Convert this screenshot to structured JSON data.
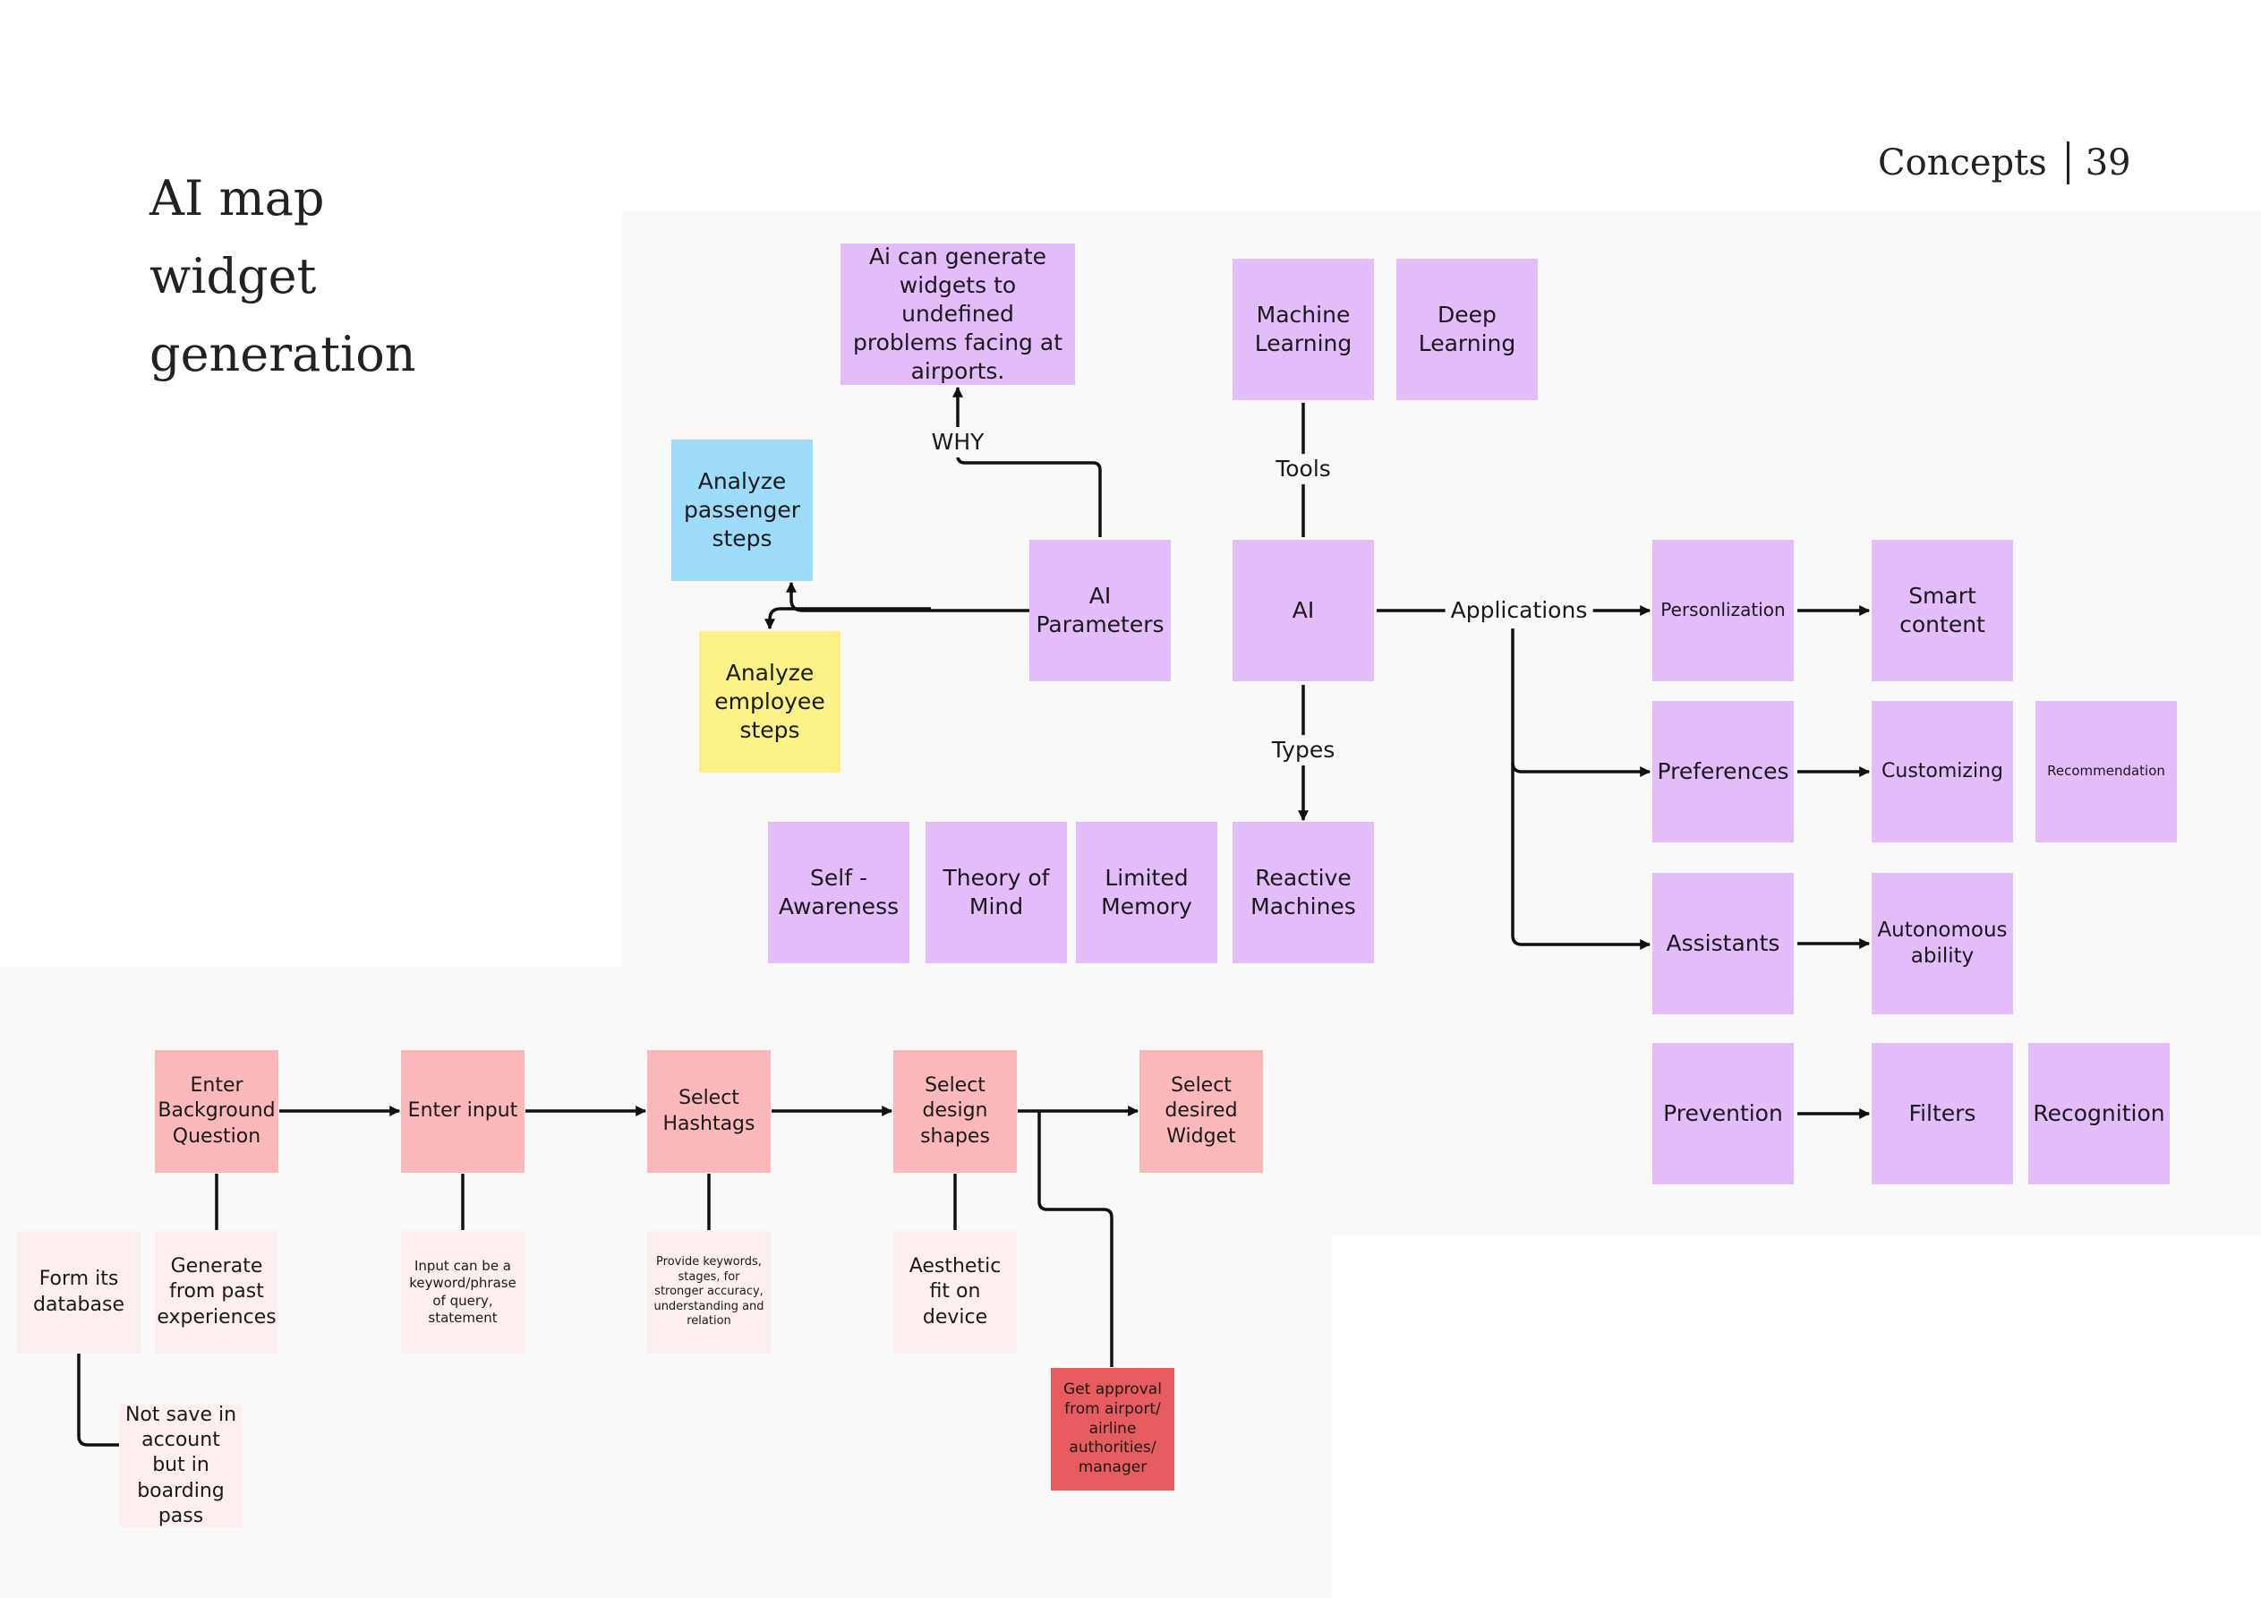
{
  "page_title": [
    "AI map",
    "widget",
    "generation"
  ],
  "header": {
    "section": "Concepts",
    "page_number": "39"
  },
  "ai_map": {
    "why_goal": "Ai can generate widgets to undefined problems facing at airports.",
    "machine_learning": "Machine Learning",
    "deep_learning": "Deep Learning",
    "analyze_passenger": "Analyze passenger steps",
    "analyze_employee": "Analyze employee steps",
    "ai_parameters": "AI Parameters",
    "ai": "AI",
    "types": [
      "Self - Awareness",
      "Theory of Mind",
      "Limited Memory",
      "Reactive Machines"
    ],
    "applications": {
      "personalization": "Personlization",
      "smart_content": "Smart content",
      "preferences": "Preferences",
      "customizing": "Customizing",
      "recommendation": "Recommendation",
      "assistants": "Assistants",
      "autonomous": "Autonomous ability",
      "prevention": "Prevention",
      "filters": "Filters",
      "recognition": "Recognition"
    },
    "edge_labels": {
      "why": "WHY",
      "tools": "Tools",
      "applications": "Applications",
      "types": "Types"
    }
  },
  "flow": {
    "steps": [
      "Enter Background Question",
      "Enter input",
      "Select Hashtags",
      "Select design shapes",
      "Select desired Widget"
    ],
    "notes": {
      "form_database": "Form its database",
      "generate_past": "Generate from past experiences",
      "not_save": "Not save in account but in boarding pass",
      "input_desc": "Input can be a keyword/phrase of query, statement",
      "keywords_desc": "Provide keywords, stages, for stronger accuracy, understanding and relation",
      "aesthetic": "Aesthetic fit on device",
      "approval": "Get approval from airport/ airline authorities/ manager"
    }
  },
  "colors": {
    "purple_note": "#e2bdfa",
    "blue_note": "#9ddcf9",
    "yellow_note": "#faf287",
    "pink_note": "#fbb8ba",
    "light_pink_note": "#fdefef",
    "red_note": "#e65c5f",
    "panel_bg": "#f9f9f9"
  }
}
